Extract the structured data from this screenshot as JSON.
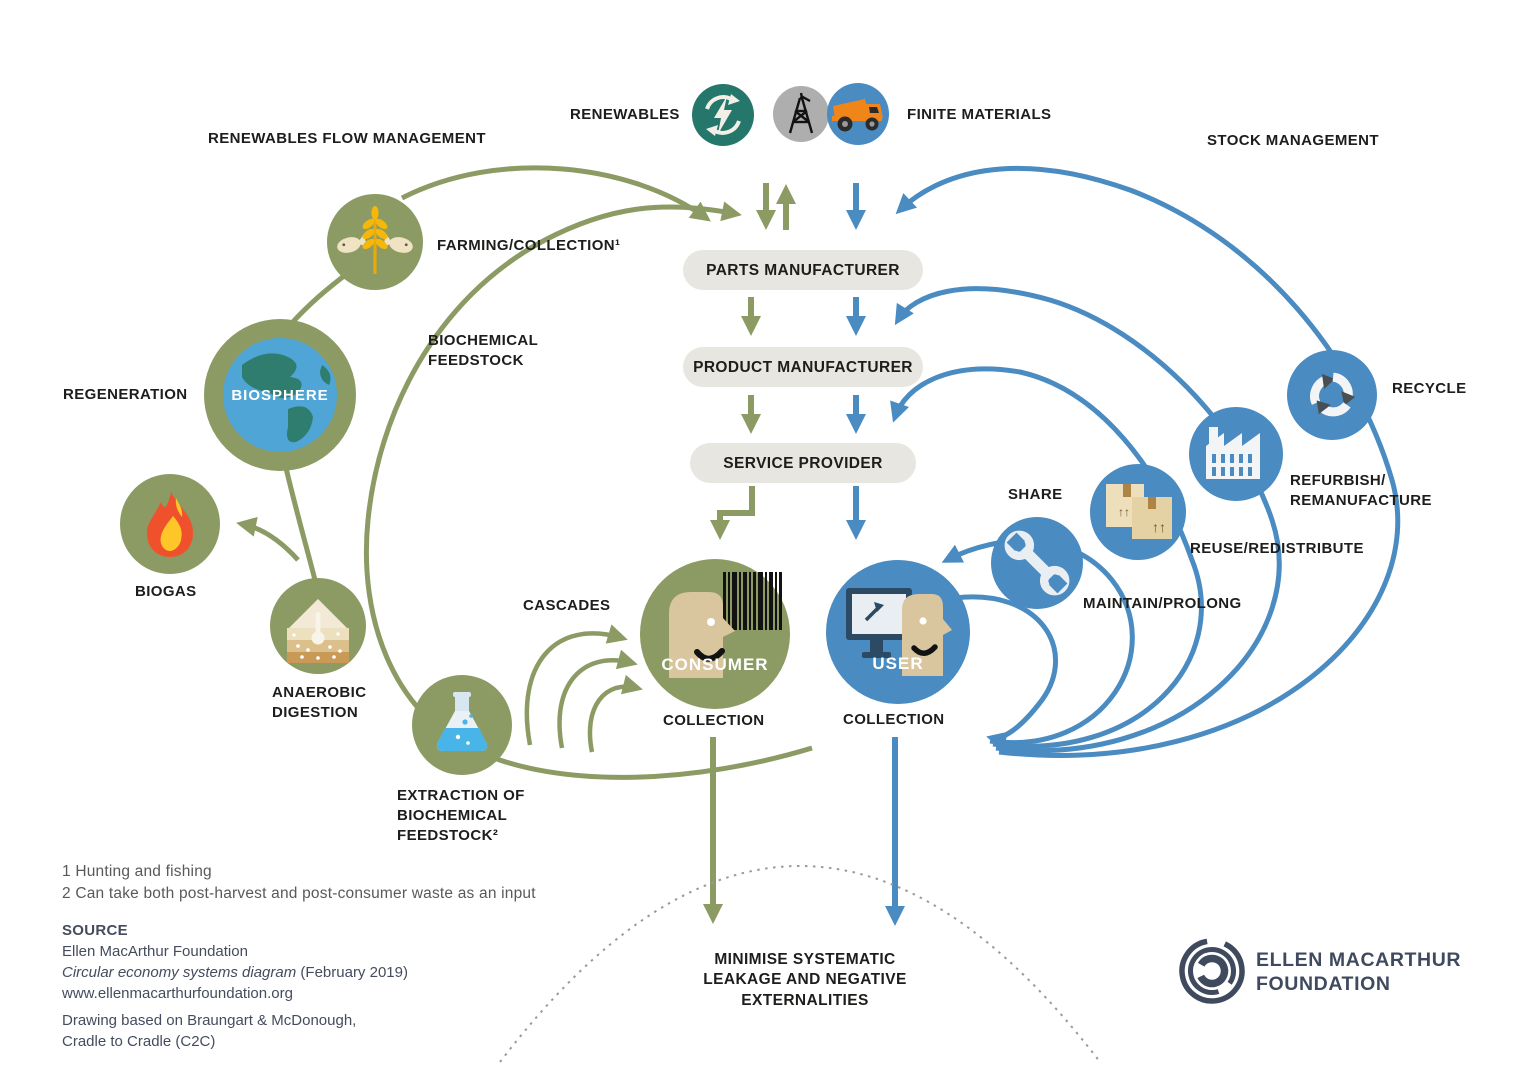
{
  "diagram": {
    "headers": {
      "left": "RENEWABLES FLOW MANAGEMENT",
      "right": "STOCK MANAGEMENT"
    },
    "top": {
      "renewables": "RENEWABLES",
      "finite_materials": "FINITE MATERIALS"
    },
    "chain": {
      "parts": "PARTS MANUFACTURER",
      "product": "PRODUCT MANUFACTURER",
      "service": "SERVICE PROVIDER"
    },
    "left_cycle": {
      "farming": "FARMING/COLLECTION¹",
      "biochemical_feedstock": "BIOCHEMICAL\nFEEDSTOCK",
      "regeneration": "REGENERATION",
      "biosphere": "BIOSPHERE",
      "biogas": "BIOGAS",
      "anaerobic": "ANAEROBIC\nDIGESTION",
      "extraction": "EXTRACTION OF\nBIOCHEMICAL\nFEEDSTOCK²",
      "cascades": "CASCADES",
      "consumer": "CONSUMER",
      "collection": "COLLECTION"
    },
    "right_cycle": {
      "user": "USER",
      "collection": "COLLECTION",
      "share": "SHARE",
      "maintain": "MAINTAIN/PROLONG",
      "reuse": "REUSE/REDISTRIBUTE",
      "refurbish": "REFURBISH/\nREMANUFACTURE",
      "recycle": "RECYCLE"
    },
    "bottom": {
      "minimise": "MINIMISE SYSTEMATIC\nLEAKAGE AND NEGATIVE\nEXTERNALITIES"
    },
    "footnotes": {
      "f1": "1 Hunting and fishing",
      "f2": "2 Can take both post-harvest and post-consumer waste as an input"
    },
    "source": {
      "heading": "SOURCE",
      "org": "Ellen MacArthur Foundation",
      "title_italic": "Circular economy systems diagram",
      "title_rest": " (February 2019)",
      "url": "www.ellenmacarthurfoundation.org",
      "credit": "Drawing based on Braungart & McDonough,\nCradle to Cradle (C2C)"
    },
    "logo": {
      "name": "ELLEN MACARTHUR\nFOUNDATION"
    },
    "box_arrows": "↑↑",
    "colors": {
      "green": "#8c9b63",
      "blue": "#4a8bc2",
      "teal": "#25776c",
      "gray_circle": "#aeaeae",
      "orange": "#f08519",
      "pill_gray": "#e8e6e0",
      "tan_face": "#d9c59e",
      "navy": "#2c4a63",
      "slate_logo": "#404a5f",
      "flame_red": "#f0512d",
      "flame_yellow": "#ffc629",
      "globe_blue": "#4fa5d5",
      "globe_land": "#2e7d6e"
    }
  }
}
